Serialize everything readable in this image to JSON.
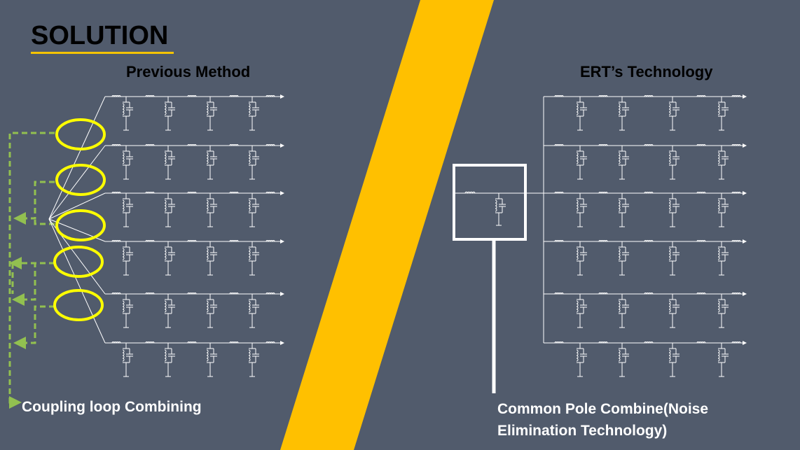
{
  "title": "SOLUTION",
  "headers": {
    "previous": "Previous Method",
    "ert": "ERT’s Technology"
  },
  "captions": {
    "coupling": "Coupling loop Combining",
    "common_pole_line1": "Common Pole Combine(Noise",
    "common_pole_line2": "Elimination Technology)"
  },
  "colors": {
    "background": "#515b6c",
    "stripe": "#ffc000",
    "highlight": "#ffff00",
    "loop_arrows": "#92c050",
    "circuit": "#ffffff"
  }
}
